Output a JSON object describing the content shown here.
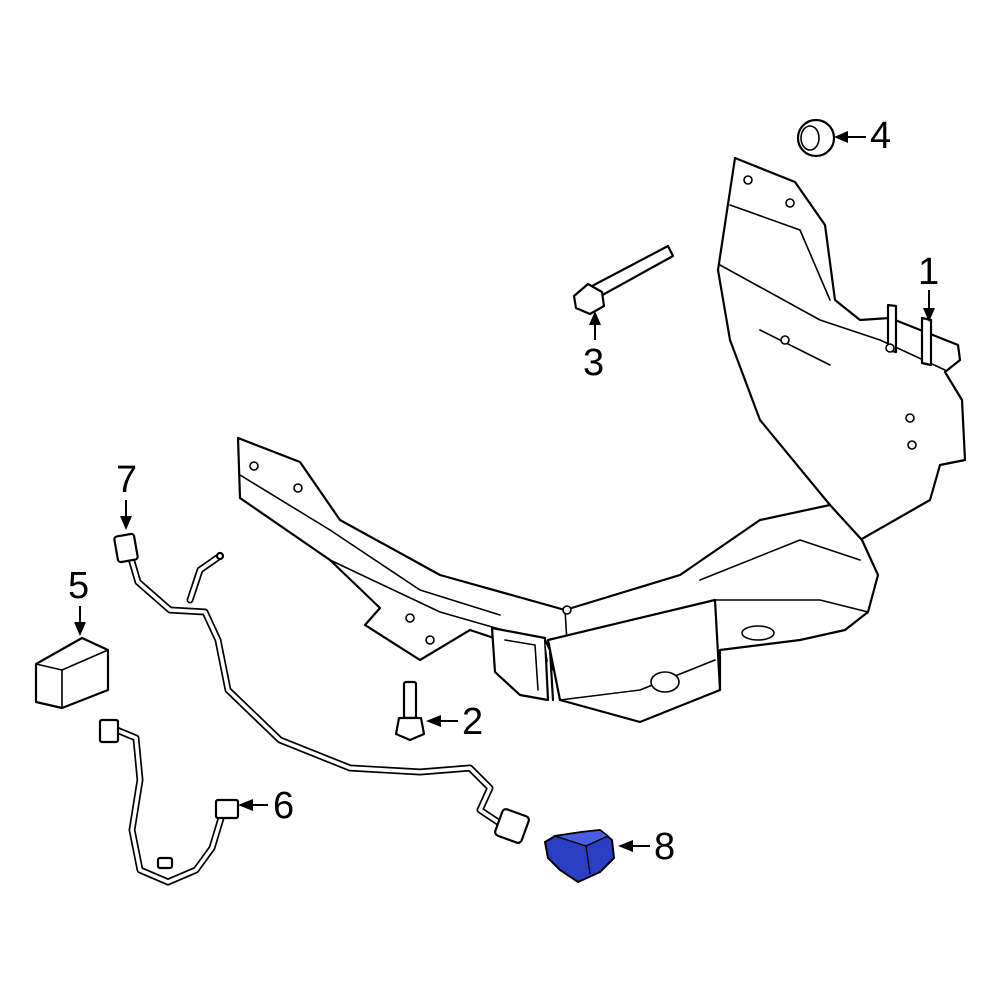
{
  "callouts": [
    {
      "id": "1",
      "label": "1"
    },
    {
      "id": "2",
      "label": "2"
    },
    {
      "id": "3",
      "label": "3"
    },
    {
      "id": "4",
      "label": "4"
    },
    {
      "id": "5",
      "label": "5"
    },
    {
      "id": "6",
      "label": "6"
    },
    {
      "id": "7",
      "label": "7"
    },
    {
      "id": "8",
      "label": "8"
    }
  ],
  "highlight": {
    "part": "8",
    "color": "#2b3fc4",
    "shade": "#1a2a9a"
  }
}
